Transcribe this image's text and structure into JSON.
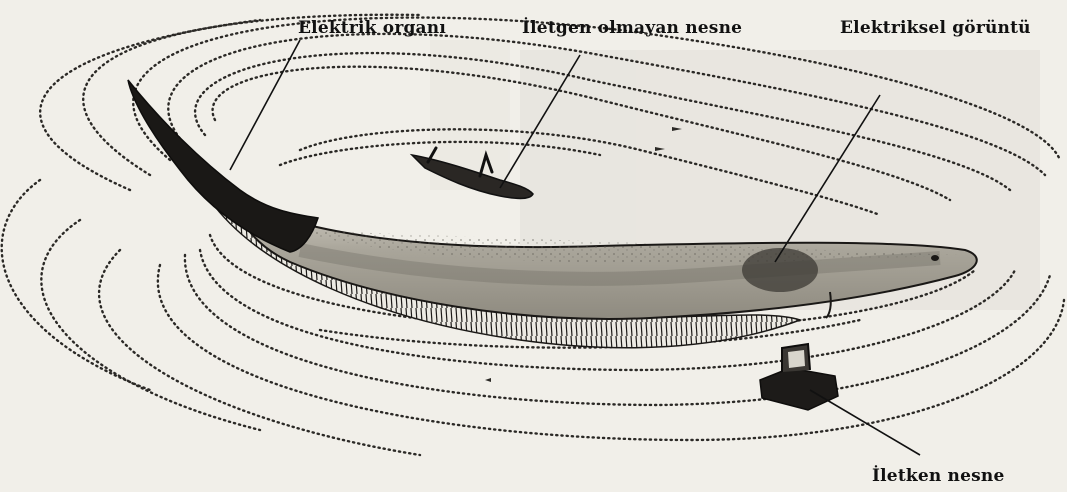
{
  "labels": {
    "electric_organ": "Elektrik organı",
    "non_conductive_object": "İletgen olmayan nesne",
    "electric_image": "Elektriksel görüntü",
    "conductive_object": "İletken nesne"
  },
  "colors": {
    "paper": "#f1efe9",
    "ink": "#111111",
    "fish_body": "#b7b3a8",
    "fish_dark": "#1a1816",
    "field_lines": "#2b2926"
  }
}
